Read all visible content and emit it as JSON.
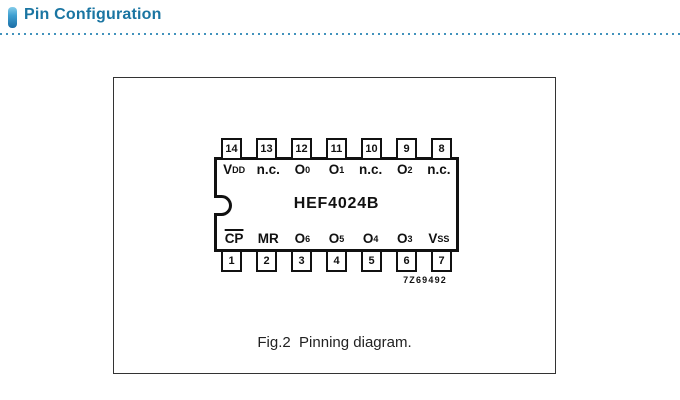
{
  "header": {
    "title": "Pin Configuration"
  },
  "colors": {
    "accent_text": "#1a75a2",
    "dotted_divider": "#4292bc",
    "diagram_ink": "#111111"
  },
  "figure": {
    "caption": "Fig.2  Pinning diagram.",
    "code": "7Z69492",
    "chip": {
      "name": "HEF4024B",
      "top_pins": [
        {
          "num": "14",
          "base": "V",
          "sub": "DD"
        },
        {
          "num": "13",
          "base": "n.c.",
          "sub": ""
        },
        {
          "num": "12",
          "base": "O",
          "sub": "0"
        },
        {
          "num": "11",
          "base": "O",
          "sub": "1"
        },
        {
          "num": "10",
          "base": "n.c.",
          "sub": ""
        },
        {
          "num": "9",
          "base": "O",
          "sub": "2"
        },
        {
          "num": "8",
          "base": "n.c.",
          "sub": ""
        }
      ],
      "bottom_pins": [
        {
          "num": "1",
          "base": "CP",
          "sub": "",
          "overline": true
        },
        {
          "num": "2",
          "base": "MR",
          "sub": ""
        },
        {
          "num": "3",
          "base": "O",
          "sub": "6"
        },
        {
          "num": "4",
          "base": "O",
          "sub": "5"
        },
        {
          "num": "5",
          "base": "O",
          "sub": "4"
        },
        {
          "num": "6",
          "base": "O",
          "sub": "3"
        },
        {
          "num": "7",
          "base": "V",
          "sub": "SS"
        }
      ]
    }
  }
}
